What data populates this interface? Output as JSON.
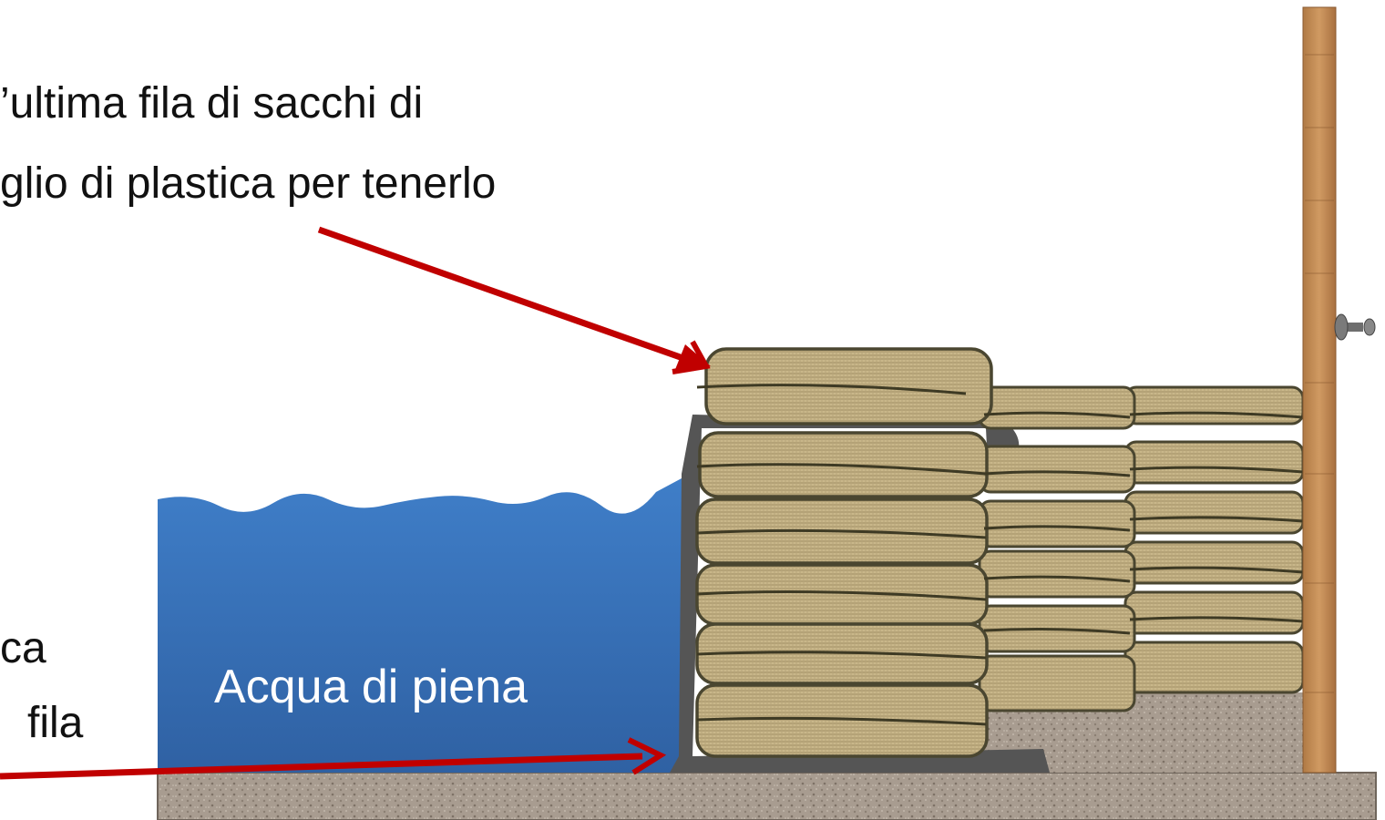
{
  "annotations": {
    "top_line1": "’ultima fila di sacchi di",
    "top_line2": "glio di plastica per tenerlo",
    "left_line1": "ca",
    "left_line2": "fila",
    "water_label": "Acqua di piena"
  },
  "colors": {
    "water_top": "#3f7ec8",
    "water_bottom": "#2f61a3",
    "sandbag": "#c9b78a",
    "sandbag_outline": "#4a4630",
    "plastic_sheet": "#555555",
    "ground": "#a89c90",
    "post": "#c08c58",
    "arrow": "#c00000"
  },
  "icons": {
    "bolt": "bolt-icon"
  }
}
